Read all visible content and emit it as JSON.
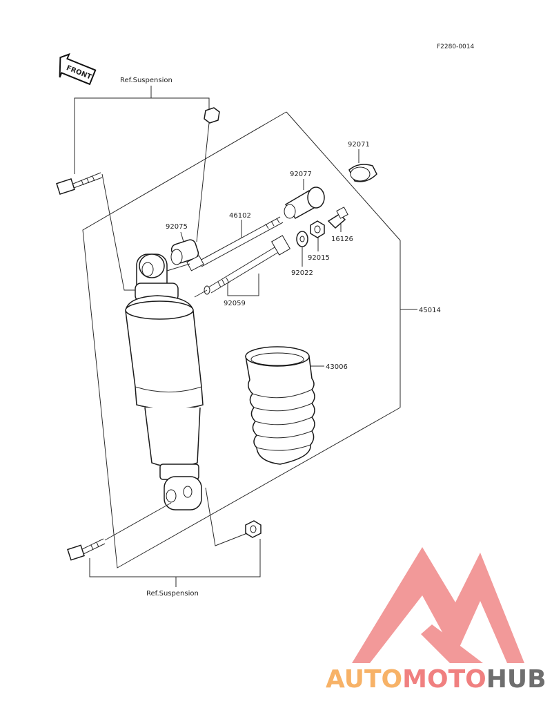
{
  "diagram": {
    "code": "F2280-0014",
    "front_label": "FRONT",
    "ref_top": "Ref.Suspension",
    "ref_bottom": "Ref.Suspension",
    "parts": [
      {
        "id": "92071",
        "label": "92071"
      },
      {
        "id": "92077",
        "label": "92077"
      },
      {
        "id": "46102",
        "label": "46102"
      },
      {
        "id": "92075",
        "label": "92075"
      },
      {
        "id": "16126",
        "label": "16126"
      },
      {
        "id": "92015",
        "label": "92015"
      },
      {
        "id": "92022",
        "label": "92022"
      },
      {
        "id": "92059",
        "label": "92059"
      },
      {
        "id": "45014",
        "label": "45014"
      },
      {
        "id": "43006",
        "label": "43006"
      }
    ]
  },
  "watermark": {
    "part1": "AUTO",
    "part2": "MOTO",
    "part3": "HUB",
    "color_orange": "#f7b267",
    "color_red": "#f08080",
    "color_gray": "#6e6e6e"
  }
}
